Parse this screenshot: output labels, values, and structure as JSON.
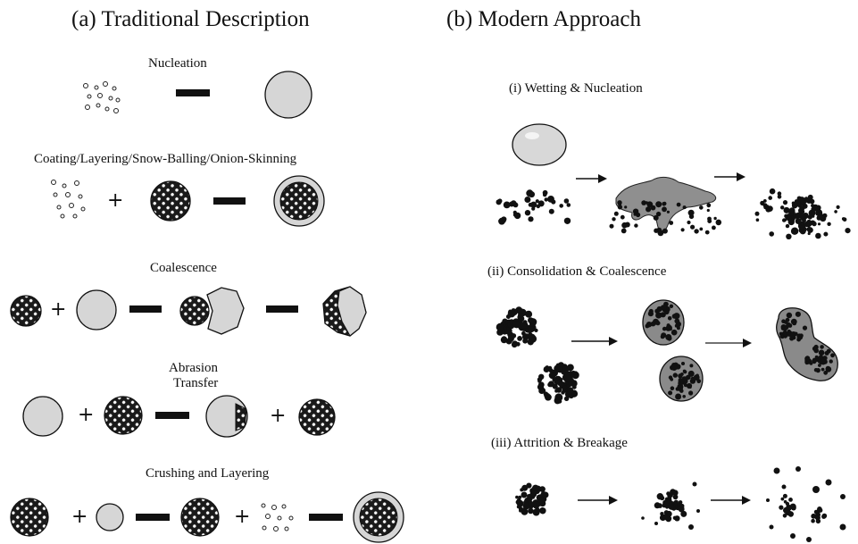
{
  "panel_a": {
    "title": "(a) Traditional Description",
    "nucleation": "Nucleation",
    "coating": "Coating/Layering/Snow-Balling/Onion-Skinning",
    "coalescence": "Coalescence",
    "abrasion": "Abrasion",
    "transfer": "Transfer",
    "crushing": "Crushing and Layering"
  },
  "panel_b": {
    "title": "(b) Modern Approach",
    "wetting": "(i) Wetting & Nucleation",
    "consolidation": "(ii) Consolidation & Coalescence",
    "attrition": "(iii) Attrition &  Breakage"
  },
  "operators": {
    "plus": "+"
  }
}
